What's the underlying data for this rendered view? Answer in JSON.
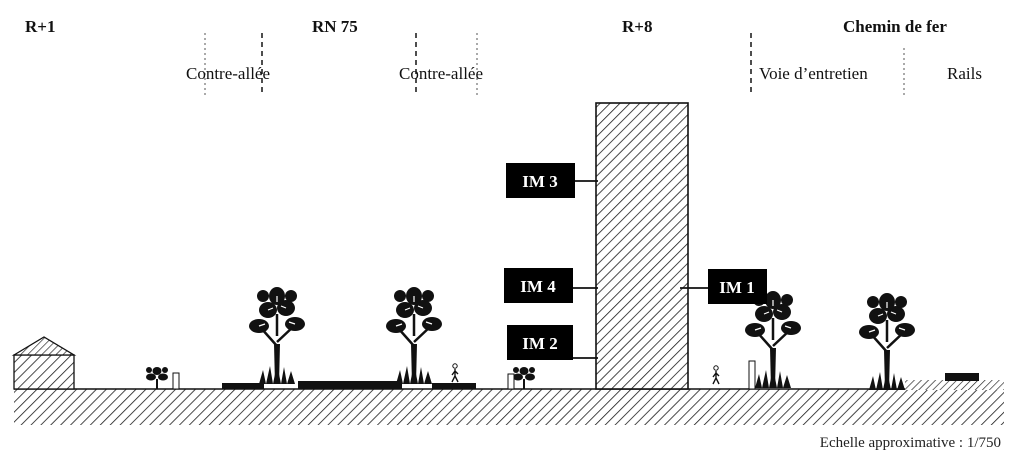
{
  "top_labels": {
    "left": "R+1",
    "road": "RN 75",
    "tower": "R+8",
    "railway": "Chemin de fer"
  },
  "zones": {
    "service_lane_1": "Contre-allée",
    "service_lane_2": "Contre-allée",
    "maintenance_path": "Voie d’entretien",
    "rails": "Rails"
  },
  "measurement_points": {
    "im3": "IM 3",
    "im4": "IM 4",
    "im2": "IM 2",
    "im1": "IM 1"
  },
  "scale_note": "Echelle approximative : 1/750",
  "colors": {
    "ink": "#111111",
    "tag_fill": "#000000",
    "tag_text": "#ffffff"
  }
}
